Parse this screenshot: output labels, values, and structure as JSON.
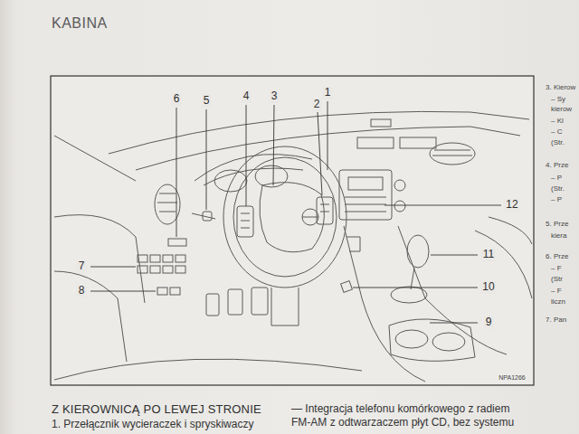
{
  "diagram": {
    "title": "KABINA",
    "labels": [
      "6",
      "5",
      "4",
      "3",
      "2",
      "1",
      "12",
      "7",
      "8",
      "11",
      "10",
      "9",
      "NPA1266",
      "Z KIEROWNICĄ PO LEWEJ STRONIE",
      "1. Przełącznik wycieraczek i spryskiwaczy",
      "— Integracja telefonu komórkowego z radiem",
      "FM-AM z odtwarzaczem płyt CD, bez systemu",
      "3. Kierow",
      "– Sy",
      "kierow",
      "– Kl",
      "– C",
      "(Str.",
      "4. Prze",
      "– P",
      "(Str.",
      "– P",
      "5. Prze",
      "kiera",
      "6. Prze",
      "– F",
      "(Str",
      "– F",
      "liczn",
      "7. Pan"
    ]
  }
}
